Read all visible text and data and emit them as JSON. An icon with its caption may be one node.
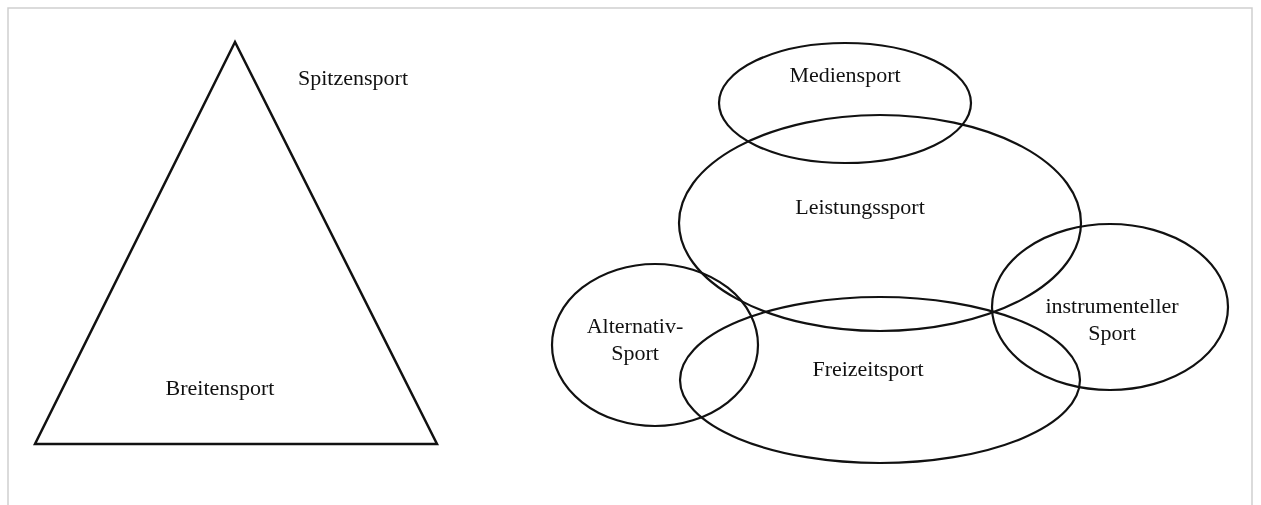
{
  "diagram": {
    "nodes": [
      {
        "text": [
          "Breitensport"
        ],
        "beside": [
          "Spitzensport"
        ]
      },
      {
        "text": [
          "Mediensport"
        ]
      },
      {
        "text": [
          "Leistungssport"
        ]
      },
      {
        "text": [
          "Alternativ- Sport"
        ]
      },
      {
        "text": [
          "Freizeitsport"
        ]
      },
      {
        "text": [
          "instrumenteller Sport"
        ]
      }
    ]
  }
}
